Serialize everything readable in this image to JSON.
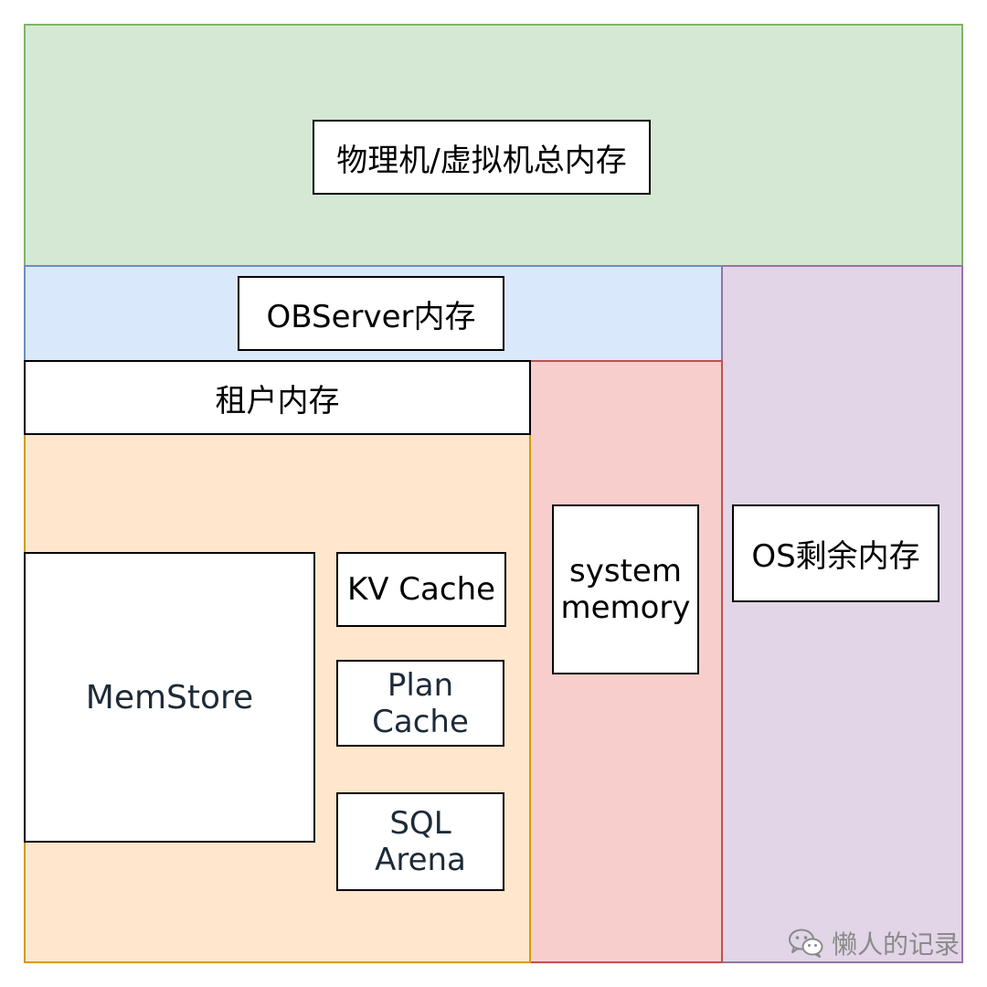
{
  "colors": {
    "total_fill": "#d5e8d4",
    "total_border": "#82b366",
    "observer_fill": "#dae8fc",
    "observer_border": "#6c8ebf",
    "tenant_fill": "#ffe6cc",
    "tenant_border": "#d79b00",
    "system_fill": "#f8cecc",
    "system_border": "#b85450",
    "os_fill": "#e1d5e7",
    "os_border": "#9673a6"
  },
  "labels": {
    "total_memory": "物理机/虚拟机总内存",
    "observer_memory": "OBServer内存",
    "tenant_memory": "租户内存",
    "memstore": "MemStore",
    "kv_cache": "KV Cache",
    "plan_cache": [
      "Plan",
      "Cache"
    ],
    "sql_arena": [
      "SQL",
      "Arena"
    ],
    "system_memory": [
      "system",
      "memory"
    ],
    "os_remaining_memory": "OS剩余内存"
  },
  "watermark": {
    "icon": "wechat-icon",
    "text": "懒人的记录"
  }
}
